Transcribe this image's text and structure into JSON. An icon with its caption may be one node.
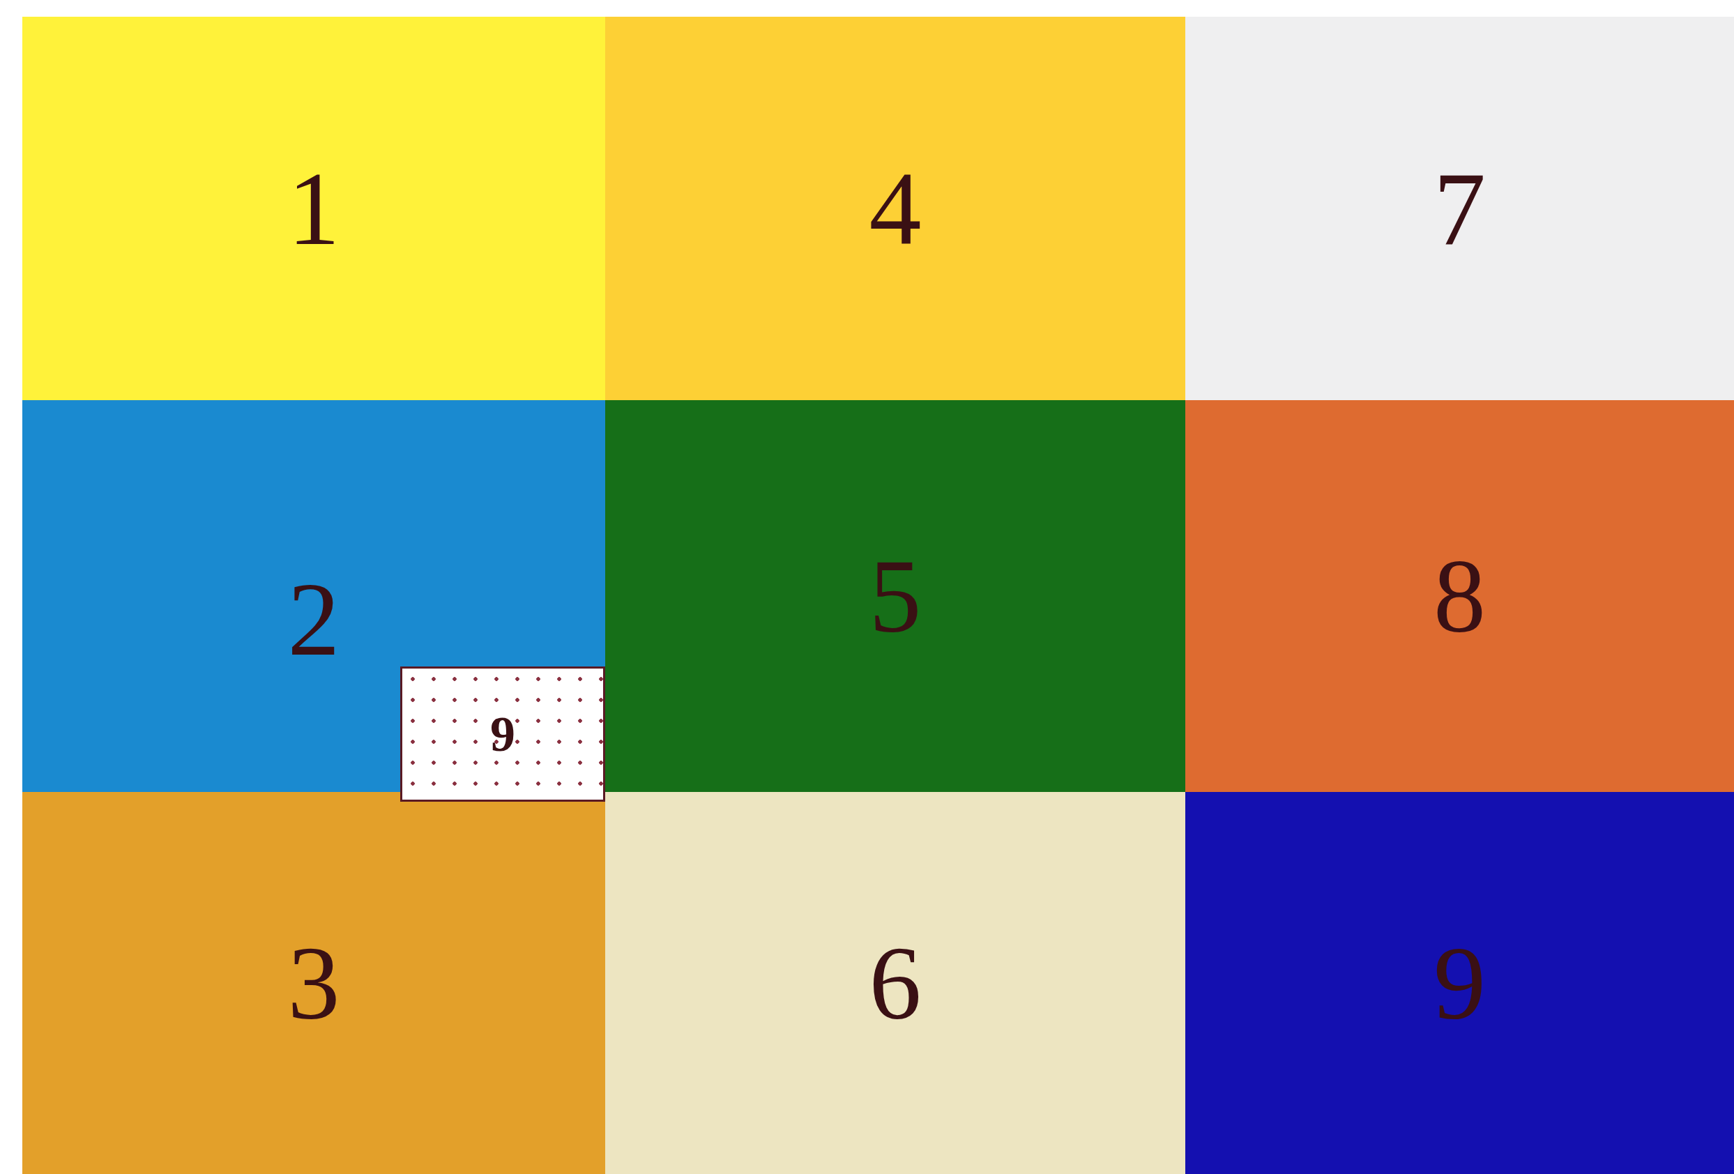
{
  "diagram": {
    "nodes": [
      {
        "text": [
          "1"
        ]
      },
      {
        "text": [
          "4"
        ]
      },
      {
        "text": [
          "7"
        ]
      },
      {
        "text": [
          "2"
        ]
      },
      {
        "text": [
          "5"
        ]
      },
      {
        "text": [
          "8"
        ]
      },
      {
        "text": [
          "9"
        ]
      },
      {
        "text": [
          "3"
        ]
      },
      {
        "text": [
          "6"
        ]
      },
      {
        "text": [
          "9"
        ]
      }
    ]
  }
}
